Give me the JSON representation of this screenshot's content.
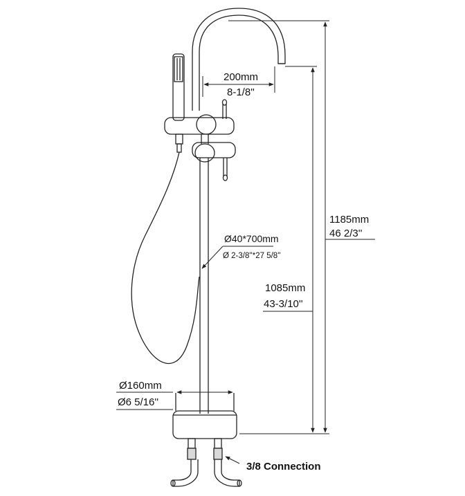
{
  "dimensions": {
    "spout_reach_mm": "200mm",
    "spout_reach_in": "8-1/8''",
    "total_height_mm": "1185mm",
    "total_height_in": "46 2/3''",
    "outlet_height_mm": "1085mm",
    "outlet_height_in": "43-3/10''",
    "pipe_size_mm": "Ø40*700mm",
    "pipe_size_in": "Ø 2-3/8''*27 5/8''",
    "base_diameter_mm": "Ø160mm",
    "base_diameter_in": "Ø6 5/16''",
    "connection": "3/8 Connection"
  }
}
